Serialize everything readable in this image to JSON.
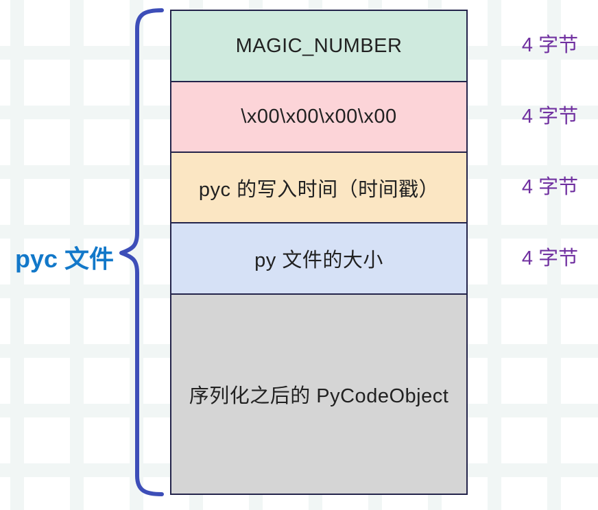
{
  "diagram": {
    "title_label": "pyc 文件",
    "rows": [
      {
        "label": "MAGIC_NUMBER",
        "size": "4 字节",
        "color": "#cfeade"
      },
      {
        "label": "\\x00\\x00\\x00\\x00",
        "size": "4 字节",
        "color": "#fcd4d8"
      },
      {
        "label": "pyc 的写入时间（时间戳）",
        "size": "4 字节",
        "color": "#fbe6c3"
      },
      {
        "label": "py 文件的大小",
        "size": "4 字节",
        "color": "#d6e1f6"
      },
      {
        "label": "序列化之后的 PyCodeObject",
        "size": "",
        "color": "#d5d5d5"
      }
    ]
  },
  "colors": {
    "brace": "#3d4eb8",
    "label": "#1278c9",
    "size": "#7030a0",
    "border": "#23234a",
    "grid": "#f1f6f5"
  }
}
